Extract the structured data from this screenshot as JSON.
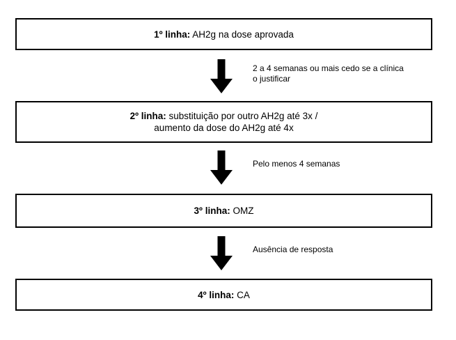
{
  "flowchart": {
    "title": "",
    "boxes": [
      {
        "bold": "1º linha:",
        "text": "AH2g na dose aprovada"
      },
      {
        "bold": "2º linha:",
        "text": "substituição por outro AH2g até 3x /",
        "text2": "aumento da dose do AH2g até 4x"
      },
      {
        "bold": "3º linha:",
        "text": "OMZ"
      },
      {
        "bold": "4º linha:",
        "text": "CA"
      }
    ],
    "arrows": [
      {
        "label_line1": "2 a 4 semanas ou mais cedo se a clínica",
        "label_line2": "o justificar"
      },
      {
        "label": "Pelo menos 4 semanas"
      },
      {
        "label": "Ausência de resposta"
      }
    ],
    "colors": {
      "background": "#ffffff",
      "text": "#000000",
      "box_border": "#000000",
      "arrow": "#000000"
    }
  }
}
